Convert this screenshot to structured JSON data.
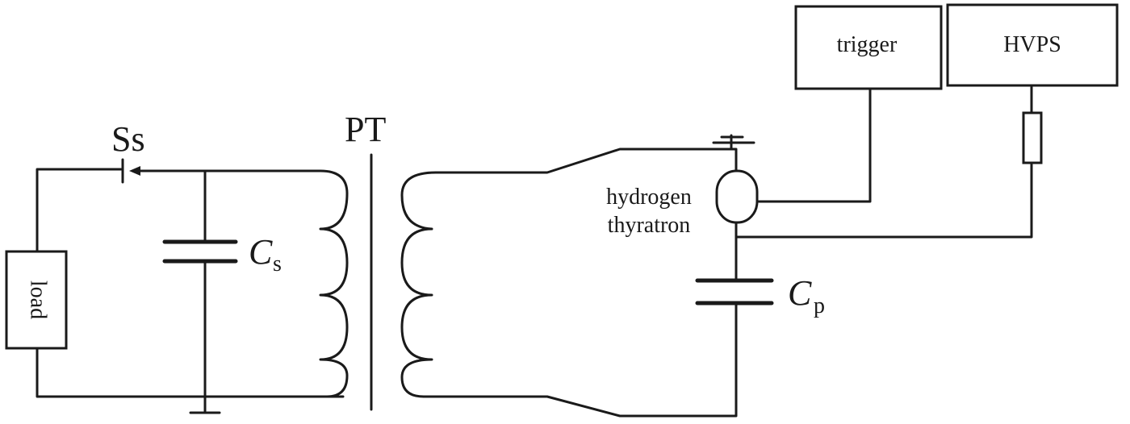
{
  "labels": {
    "switch": "Ss",
    "transformer": "PT",
    "trigger": "trigger",
    "hvps": "HVPS",
    "thyratron_line1": "hydrogen",
    "thyratron_line2": "thyratron",
    "load": "load",
    "cs_main": "C",
    "cs_sub": "s",
    "cp_main": "C",
    "cp_sub": "p"
  },
  "colors": {
    "ink": "#1a1a1a",
    "background": "#ffffff"
  }
}
